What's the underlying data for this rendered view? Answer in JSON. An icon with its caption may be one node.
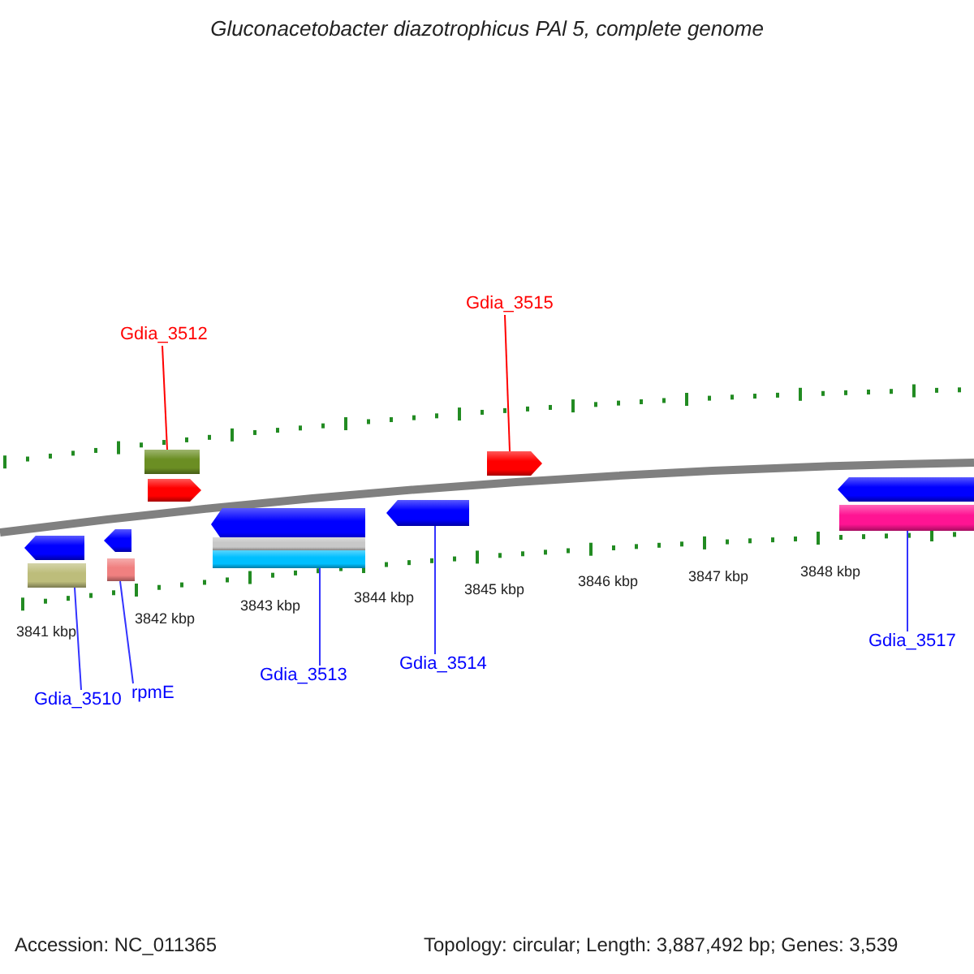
{
  "diagram": {
    "title": "Gluconacetobacter diazotrophicus PAl 5, complete genome",
    "nodes": [
      {
        "text": [
          "Gdia_3512"
        ]
      },
      {
        "text": [
          "Gdia_3515"
        ]
      },
      {
        "text": [],
        "shape": "arrow"
      },
      {
        "text": [],
        "shape": "arrow"
      },
      {
        "text": [],
        "shape": "arrow"
      },
      {
        "text": [],
        "shape": "arrow"
      },
      {
        "text": [],
        "shape": "arrow"
      },
      {
        "text": [],
        "shape": "arrow"
      },
      {
        "text": [],
        "shape": "arrow"
      },
      {
        "text": [
          "Gdia_3514"
        ]
      },
      {
        "text": [
          "Gdia_3517"
        ]
      },
      {
        "text": [
          "Gdia_3510"
        ]
      },
      {
        "text": [
          "rpmE"
        ]
      },
      {
        "text": [
          "Gdia_3513"
        ]
      },
      {
        "text": [],
        "shape": "bar"
      },
      {
        "text": [],
        "shape": "bar"
      },
      {
        "text": [],
        "shape": "bar"
      },
      {
        "text": [],
        "shape": "bar"
      },
      {
        "text": [],
        "shape": "bar"
      },
      {
        "text": [],
        "shape": "bar"
      }
    ],
    "edges": [
      {
        "from": 0,
        "to": 14,
        "arrow": "none",
        "color": "#ff0000"
      },
      {
        "from": 1,
        "to": 3,
        "arrow": "none",
        "color": "#ff0000"
      },
      {
        "from": 11,
        "to": 15,
        "arrow": "none"
      },
      {
        "from": 12,
        "to": 16,
        "arrow": "none"
      },
      {
        "from": 13,
        "to": 18,
        "arrow": "none"
      },
      {
        "from": 9,
        "to": 5,
        "arrow": "none"
      },
      {
        "from": 10,
        "to": 19,
        "arrow": "none"
      }
    ],
    "labels": [
      "3841 kbp",
      "3842 kbp",
      "3843 kbp",
      "3844 kbp",
      "3845 kbp",
      "3846 kbp",
      "3847 kbp",
      "3848 kbp",
      "Accession: NC_011365",
      "Topology: circular; Length: 3,887,492 bp; Genes: 3,539"
    ]
  }
}
